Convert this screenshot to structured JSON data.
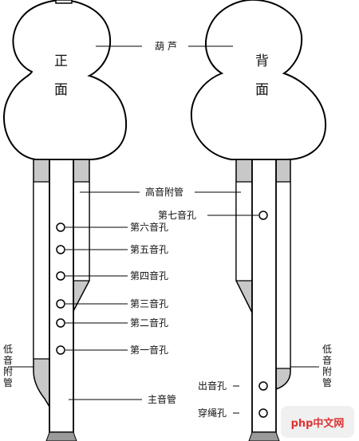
{
  "labels": {
    "gourd": "葫 芦",
    "front_1": "正",
    "front_2": "面",
    "back_1": "背",
    "back_2": "面",
    "high_pipe": "高音附管",
    "hole_7": "第七音孔",
    "hole_6": "第六音孔",
    "hole_5": "第五音孔",
    "hole_4": "第四音孔",
    "hole_3": "第三音孔",
    "hole_2": "第二音孔",
    "hole_1": "第一音孔",
    "low_pipe_left": [
      "低",
      "音",
      "附",
      "管"
    ],
    "low_pipe_right": [
      "低",
      "音",
      "附",
      "管"
    ],
    "exit_hole": "出音孔",
    "main_pipe": "主音管",
    "rope_hole": "穿绳孔"
  },
  "watermark": "php中文网"
}
